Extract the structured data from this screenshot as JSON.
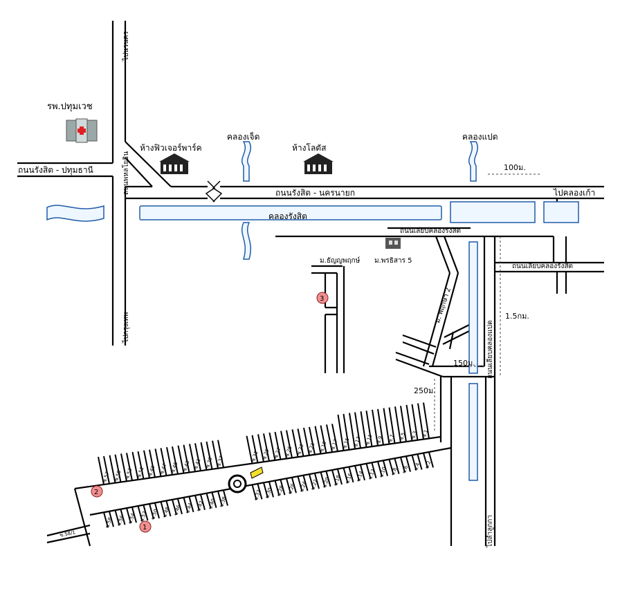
{
  "labels": {
    "hospital": "รพ.ปทุมเวช",
    "mall_future": "ห้างฟิวเจอร์พาร์ค",
    "mall_lotus": "ห้างโลตัส",
    "canal_7": "คลองเจ็ด",
    "canal_8": "คลองแปด",
    "road_rangsit_pathum": "ถนนรังสิต - ปทุมธานี",
    "road_rangsit_nakhon": "ถนนรังสิต - นครนายก",
    "canal_rangsit": "คลองรังสิต",
    "road_canal_side": "ถนนเลียบคลองรังสิต",
    "road_canal_side_2": "ถนนเลียบคลองรังสิต",
    "to_khlong_kao": "ไปคลองเก้า",
    "to_bangkok": "ไปกรุงเทพ",
    "to_saraburi": "ไปนวนคร",
    "road_phahonyothin": "ถนนพหลโยธิน",
    "village_thanya": "ม.ธัญญพฤกษ์",
    "village_pruksa": "ม.พรธิสาร 5",
    "village_pruksa2": "ม. พฤกษา 2",
    "road_khlong8": "ถนนเลียบคลองแปด",
    "to_lamlukka": "ไปลำลูกกา",
    "dist_100": "100ม.",
    "dist_1500": "1.5กม.",
    "dist_150": "150ม.",
    "dist_250": "250ม."
  },
  "markers": [
    {
      "id": "1",
      "label": "1"
    },
    {
      "id": "2",
      "label": "2"
    },
    {
      "id": "3",
      "label": "3"
    }
  ],
  "soi_north": [
    "ซ.1",
    "ซ.3",
    "ซ.5",
    "ซ.7",
    "ซ.9",
    "ซ.11",
    "ซ.13",
    "ซ.15",
    "ซ.17",
    "ซ.19",
    "ซ.21",
    "ซ.23",
    "ซ.25",
    "ซ.27",
    "ซ.29",
    "ซ.31",
    "ซ.33",
    "ซ.35",
    "ซ.37",
    "ซ.39",
    "ซ.41",
    "ซ.43",
    "ซ.45",
    "ซ.47",
    "ซ.49",
    "ซ.51",
    "ซ.53",
    "ซ.55",
    "ซ.57"
  ],
  "soi_south": [
    "ซ.2",
    "ซ.4",
    "ซ.6",
    "ซ.8",
    "ซ.10",
    "ซ.12",
    "ซ.14",
    "ซ.16",
    "ซ.18",
    "ซ.20",
    "ซ.22",
    "ซ.24",
    "ซ.26",
    "ซ.28",
    "ซ.30",
    "ซ.32",
    "ซ.34",
    "ซ.36",
    "ซ.38",
    "ซ.40",
    "ซ.42",
    "ซ.44",
    "ซ.46",
    "ซ.48",
    "ซ.50",
    "ซ.52",
    "ซ.54",
    "ซ.56",
    "ซ.58"
  ],
  "soi_end": "ซ.58/1",
  "colors": {
    "road": "#000000",
    "water_fill": "#eef6ff",
    "water_line": "#1f5aa8",
    "marker_fill": "#f09090",
    "marker_line": "#8a2020",
    "hospital": "#9aa8a8",
    "cross": "#e02020",
    "highlight": "#f2e02a"
  },
  "icons": [
    "hospital-icon",
    "mall-icon",
    "house-icon",
    "roundabout-icon"
  ]
}
